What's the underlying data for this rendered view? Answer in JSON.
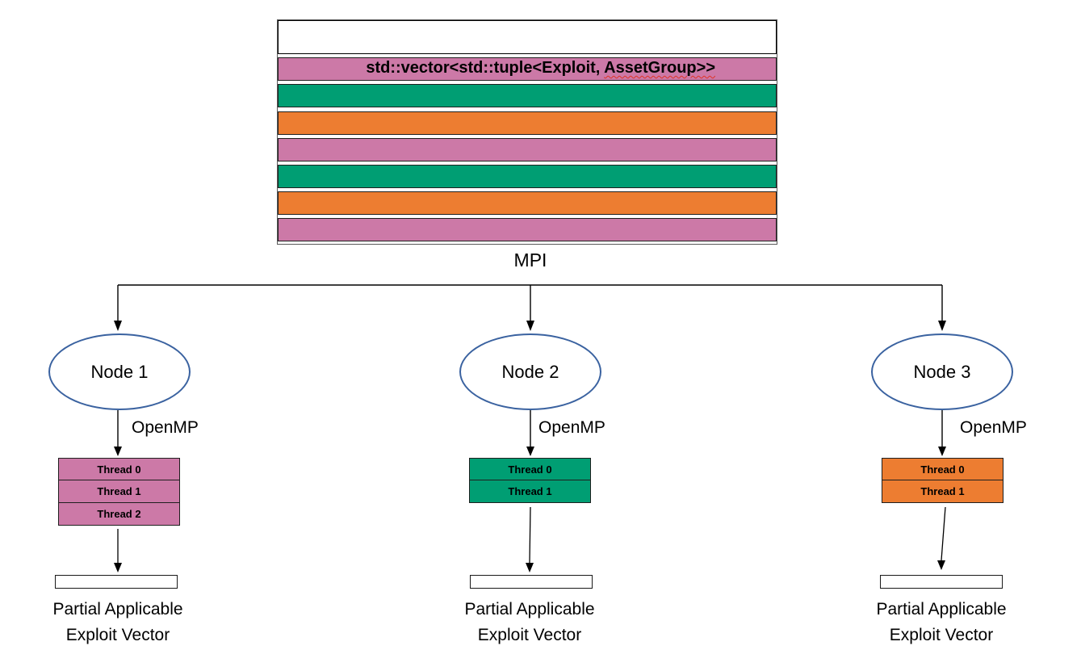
{
  "colors": {
    "pink": "#CC79A7",
    "green": "#009E73",
    "orange": "#ED7D31",
    "ellipse_border": "#3A62A0",
    "line": "#000000",
    "spellcheck_underline": "#E03224"
  },
  "vector_box": {
    "title_main": "std::vector<std::tuple<Exploit, ",
    "title_flagged": "AssetGroup>>",
    "entries": [
      "pink",
      "green",
      "orange",
      "pink",
      "green",
      "orange",
      "pink"
    ]
  },
  "mpi_label": "MPI",
  "nodes": [
    {
      "label": "Node 1",
      "openmp_label": "OpenMP",
      "color": "pink",
      "threads": [
        "Thread 0",
        "Thread 1",
        "Thread 2"
      ],
      "caption_line1": "Partial Applicable",
      "caption_line2": "Exploit Vector"
    },
    {
      "label": "Node 2",
      "openmp_label": "OpenMP",
      "color": "green",
      "threads": [
        "Thread 0",
        "Thread 1"
      ],
      "caption_line1": "Partial Applicable",
      "caption_line2": "Exploit Vector"
    },
    {
      "label": "Node 3",
      "openmp_label": "OpenMP",
      "color": "orange",
      "threads": [
        "Thread 0",
        "Thread 1"
      ],
      "caption_line1": "Partial Applicable",
      "caption_line2": "Exploit Vector"
    }
  ]
}
